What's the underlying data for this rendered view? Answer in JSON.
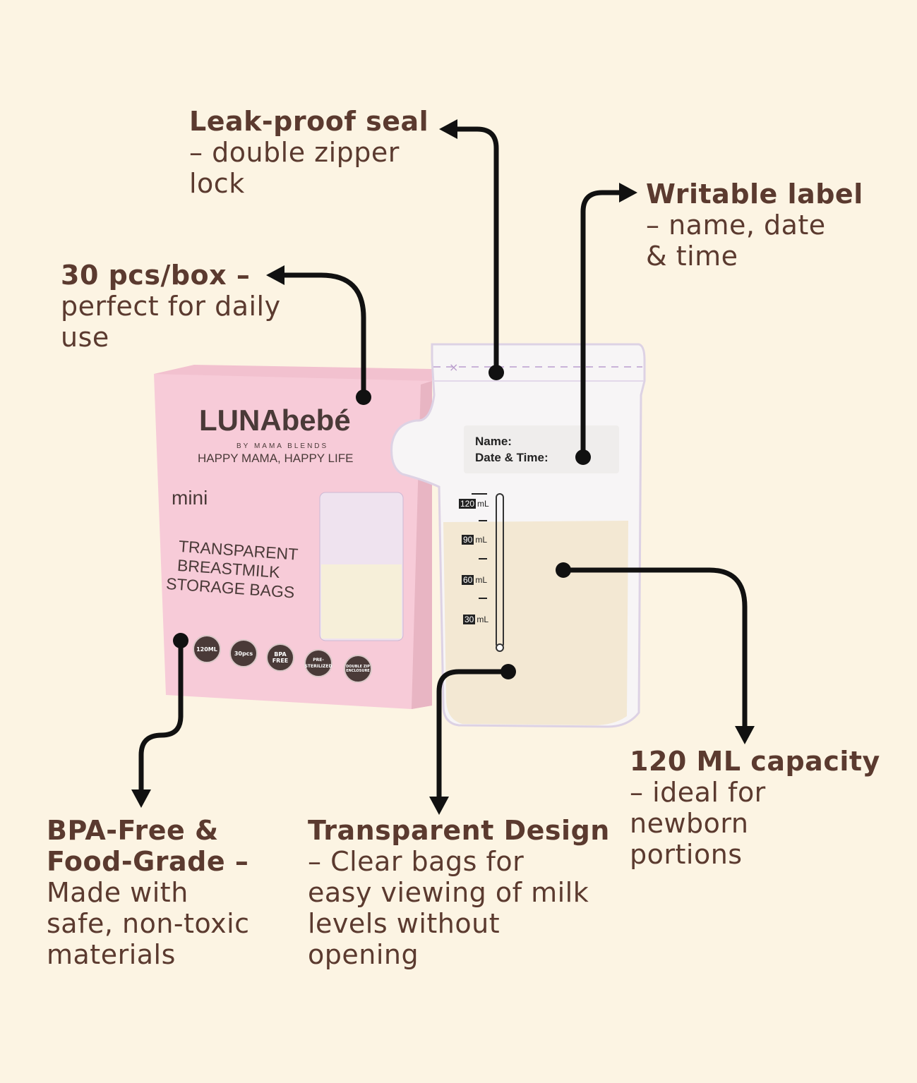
{
  "callouts": {
    "leak_proof": {
      "title": "Leak-proof seal",
      "desc": [
        "– double zipper",
        "lock"
      ]
    },
    "writable": {
      "title": "Writable label",
      "desc": [
        "– name, date",
        "& time"
      ]
    },
    "pcs": {
      "title": "30 pcs/box –",
      "desc": [
        "perfect for daily",
        "use"
      ]
    },
    "bpa": {
      "title": "BPA-Free &",
      "title2": "Food-Grade –",
      "desc": [
        "Made with",
        "safe, non-toxic",
        "materials"
      ]
    },
    "transparent": {
      "title": "Transparent Design",
      "desc": [
        "– Clear bags for",
        "easy viewing of milk",
        "levels without",
        "opening"
      ]
    },
    "capacity": {
      "title": "120 ML capacity",
      "desc": [
        "– ideal for",
        "newborn",
        "portions"
      ]
    }
  },
  "box": {
    "brand": "LUNAbebé",
    "byline": "BY MAMA BLENDS",
    "tagline": "HAPPY MAMA, HAPPY LIFE",
    "mini": "mini",
    "product": [
      "TRANSPARENT",
      "BREASTMILK",
      "STORAGE BAGS"
    ],
    "badges": [
      "120ML",
      "30pcs",
      "BPA FREE",
      "PRE-STERILIZED",
      "DOUBLE ZIP ENCLOSURE"
    ]
  },
  "bag": {
    "name_label": "Name:",
    "date_label": "Date & Time:",
    "marks": [
      {
        "num": "120",
        "unit": "mL"
      },
      {
        "num": "90",
        "unit": "mL"
      },
      {
        "num": "60",
        "unit": "mL"
      },
      {
        "num": "30",
        "unit": "mL"
      }
    ]
  },
  "colors": {
    "background": "#fcf4e3",
    "text": "#5b3a2f",
    "box": "#f6c9d6",
    "milk": "#f3e8d3"
  }
}
